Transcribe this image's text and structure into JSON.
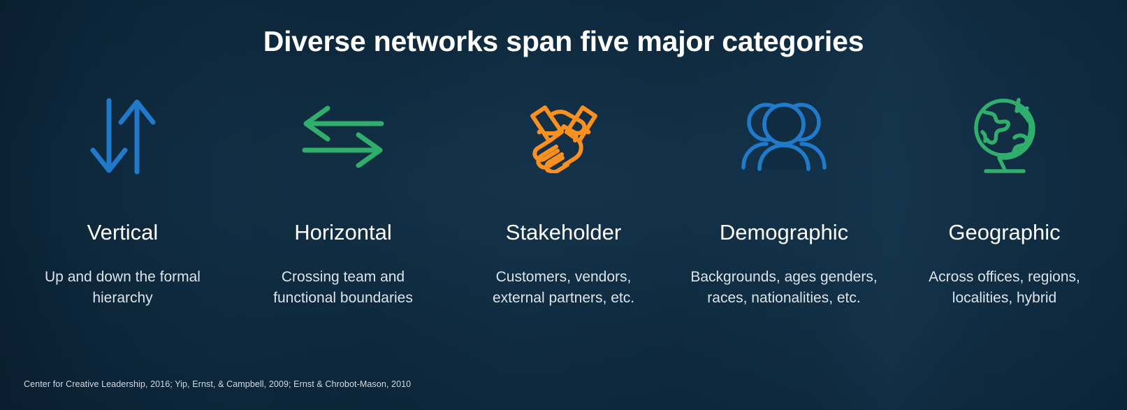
{
  "slide": {
    "title": "Diverse networks span five major categories",
    "citation": "Center for Creative Leadership, 2016; Yip, Ernst, & Campbell, 2009; Ernst & Chrobot-Mason, 2010",
    "background_color": "#0d2639",
    "title_color": "#ffffff",
    "body_color": "#dbe4ec"
  },
  "palette": {
    "blue": "#2079c9",
    "green": "#2fae6c",
    "orange": "#f9901f",
    "background": "#0d2639"
  },
  "categories": [
    {
      "title": "Vertical",
      "description": "Up and down the formal hierarchy",
      "icon": "vertical-arrows-icon",
      "icon_color": "#2079c9"
    },
    {
      "title": "Horizontal",
      "description": "Crossing team and functional boundaries",
      "icon": "horizontal-arrows-icon",
      "icon_color": "#2fae6c"
    },
    {
      "title": "Stakeholder",
      "description": "Customers, vendors, external partners, etc.",
      "icon": "handshake-icon",
      "icon_color": "#f9901f"
    },
    {
      "title": "Demographic",
      "description": "Backgrounds, ages genders, races, nationalities, etc.",
      "icon": "group-of-people-icon",
      "icon_color": "#2079c9"
    },
    {
      "title": "Geographic",
      "description": "Across offices, regions, localities, hybrid",
      "icon": "globe-icon",
      "icon_color": "#2fae6c"
    }
  ]
}
